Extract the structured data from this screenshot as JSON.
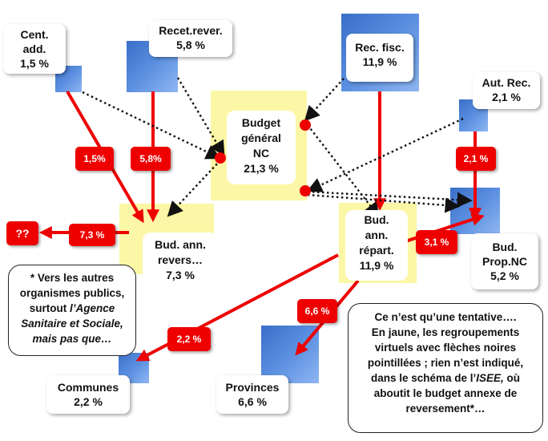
{
  "nodes": {
    "cent_add": {
      "name": "Cent.\nadd.",
      "name_l1": "Cent.",
      "name_l2": "add.",
      "value": "1,5 %"
    },
    "recet_rever": {
      "name": "Recet.rever.",
      "value": "5,8 %"
    },
    "rec_fisc": {
      "name": "Rec. fisc.",
      "value": "11,9 %"
    },
    "aut_rec": {
      "name": "Aut. Rec.",
      "value": "2,1 %"
    },
    "budget_general": {
      "l1": "Budget",
      "l2": "général",
      "l3": "NC",
      "value": "21,3 %"
    },
    "bud_ann_revers": {
      "l1": "Bud. ann.",
      "l2": "revers…",
      "value": "7,3 %"
    },
    "bud_ann_repart": {
      "l1": "Bud.",
      "l2": "ann.",
      "l3": "répart.",
      "value": "11,9 %"
    },
    "bud_prop_nc": {
      "l1": "Bud.",
      "l2": "Prop.NC",
      "value": "5,2 %"
    },
    "communes": {
      "name": "Communes",
      "value": "2,2 %"
    },
    "provinces": {
      "name": "Provinces",
      "value": "6,6 %"
    },
    "unknown": {
      "name": "??"
    }
  },
  "flows": {
    "cent_to_revers": "1,5%",
    "recet_to_revers": "5,8%",
    "revers_out": "7,3 %",
    "aut_to_prop": "2,1 %",
    "repart_to_prop": "3,1 %",
    "repart_to_provinces": "6,6 %",
    "repart_to_communes": "2,2 %"
  },
  "notes": {
    "left": {
      "l1": "* Vers les autres",
      "l2": "organismes publics,",
      "l3a": "surtout ",
      "l3b": "l’Agence",
      "l4": "Sanitaire et Sociale,",
      "l5": "mais pas que…"
    },
    "right": {
      "l1": "Ce n’est qu’une tentative….",
      "l2": "En jaune, les regroupements",
      "l3": "virtuels avec flèches noires",
      "l4": "pointillées ; rien n’est indiqué,",
      "l5a": "dans le schéma de l’",
      "l5b": "ISEE,",
      "l5c": " où",
      "l6": "aboutit le budget annexe de",
      "l7": "reversement*…"
    }
  },
  "colors": {
    "flow_red": "#ee0000",
    "group_yellow": "#fbf7a6",
    "source_blue": "#3a6fc9"
  }
}
